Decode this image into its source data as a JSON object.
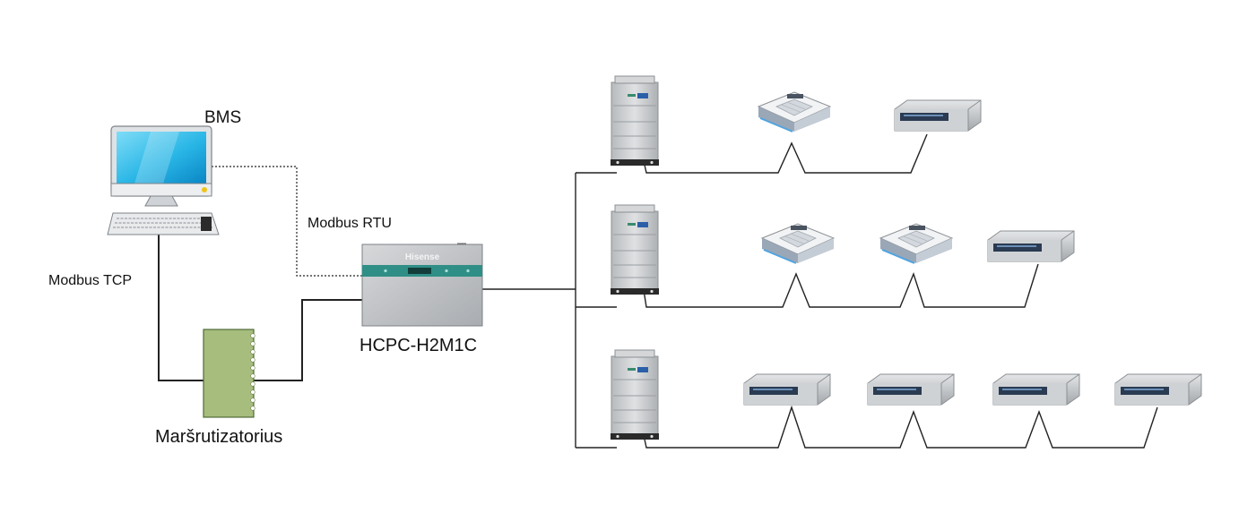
{
  "labels": {
    "bms": "BMS",
    "modbus_rtu": "Modbus RTU",
    "modbus_tcp": "Modbus TCP",
    "router": "Maršrutizatorius",
    "gateway": "HCPC-H2M1C",
    "gateway_brand": "Hisense"
  },
  "colors": {
    "line": "#222222",
    "router": "#a7bd7e",
    "metal": "#c9ccce",
    "teal": "#2f8f87",
    "screen": "#29b6e6"
  },
  "systems": [
    {
      "outdoor_unit": "outdoor-unit",
      "indoor_units": [
        "cassette-unit",
        "duct-unit"
      ]
    },
    {
      "outdoor_unit": "outdoor-unit",
      "indoor_units": [
        "cassette-unit",
        "cassette-unit",
        "duct-unit"
      ]
    },
    {
      "outdoor_unit": "outdoor-unit",
      "indoor_units": [
        "duct-unit",
        "duct-unit",
        "duct-unit",
        "duct-unit"
      ]
    }
  ]
}
